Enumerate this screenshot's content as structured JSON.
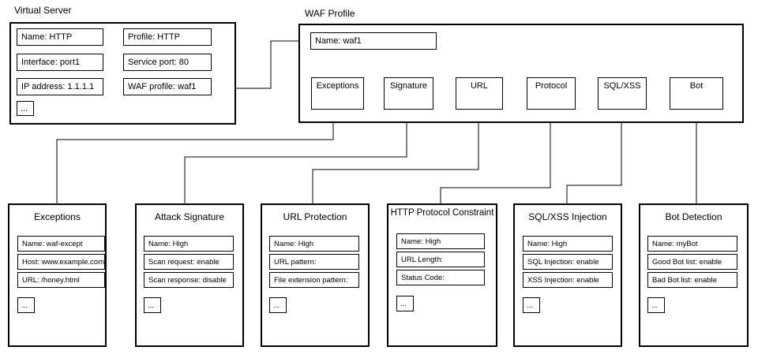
{
  "virtual_server": {
    "title": "Virtual Server",
    "fields": [
      "Name: HTTP",
      "Profile: HTTP",
      "Interface: port1",
      "Service port: 80",
      "IP address: 1.1.1.1",
      "WAF profile: waf1",
      "..."
    ]
  },
  "waf_profile": {
    "title": "WAF Profile",
    "name": "Name: waf1",
    "categories": [
      "Exceptions",
      "Signature",
      "URL",
      "Protocol",
      "SQL/XSS",
      "Bot"
    ]
  },
  "panels": [
    {
      "title": "Exceptions",
      "fields": [
        "Name: waf-except",
        "Host: www.example.com",
        "URL: /honey.html"
      ],
      "more": "..."
    },
    {
      "title": "Attack Signature",
      "fields": [
        "Name: High",
        "Scan request: enable",
        "Scan response: disable"
      ],
      "more": "..."
    },
    {
      "title": "URL Protection",
      "fields": [
        "Name: High",
        "URL pattern:",
        "File extension pattern:"
      ],
      "more": "..."
    },
    {
      "title": "HTTP Protocol Constraint",
      "fields": [
        "Name: High",
        "URL Length:",
        "Status Code:"
      ],
      "more": "..."
    },
    {
      "title": "SQL/XSS Injection",
      "fields": [
        "Name: High",
        "SQL Injection: enable",
        "XSS Injection: enable"
      ],
      "more": "..."
    },
    {
      "title": "Bot Detection",
      "fields": [
        "Name: myBot",
        "Good Bot list: enable",
        "Bad Bot list: enable"
      ],
      "more": "..."
    }
  ]
}
